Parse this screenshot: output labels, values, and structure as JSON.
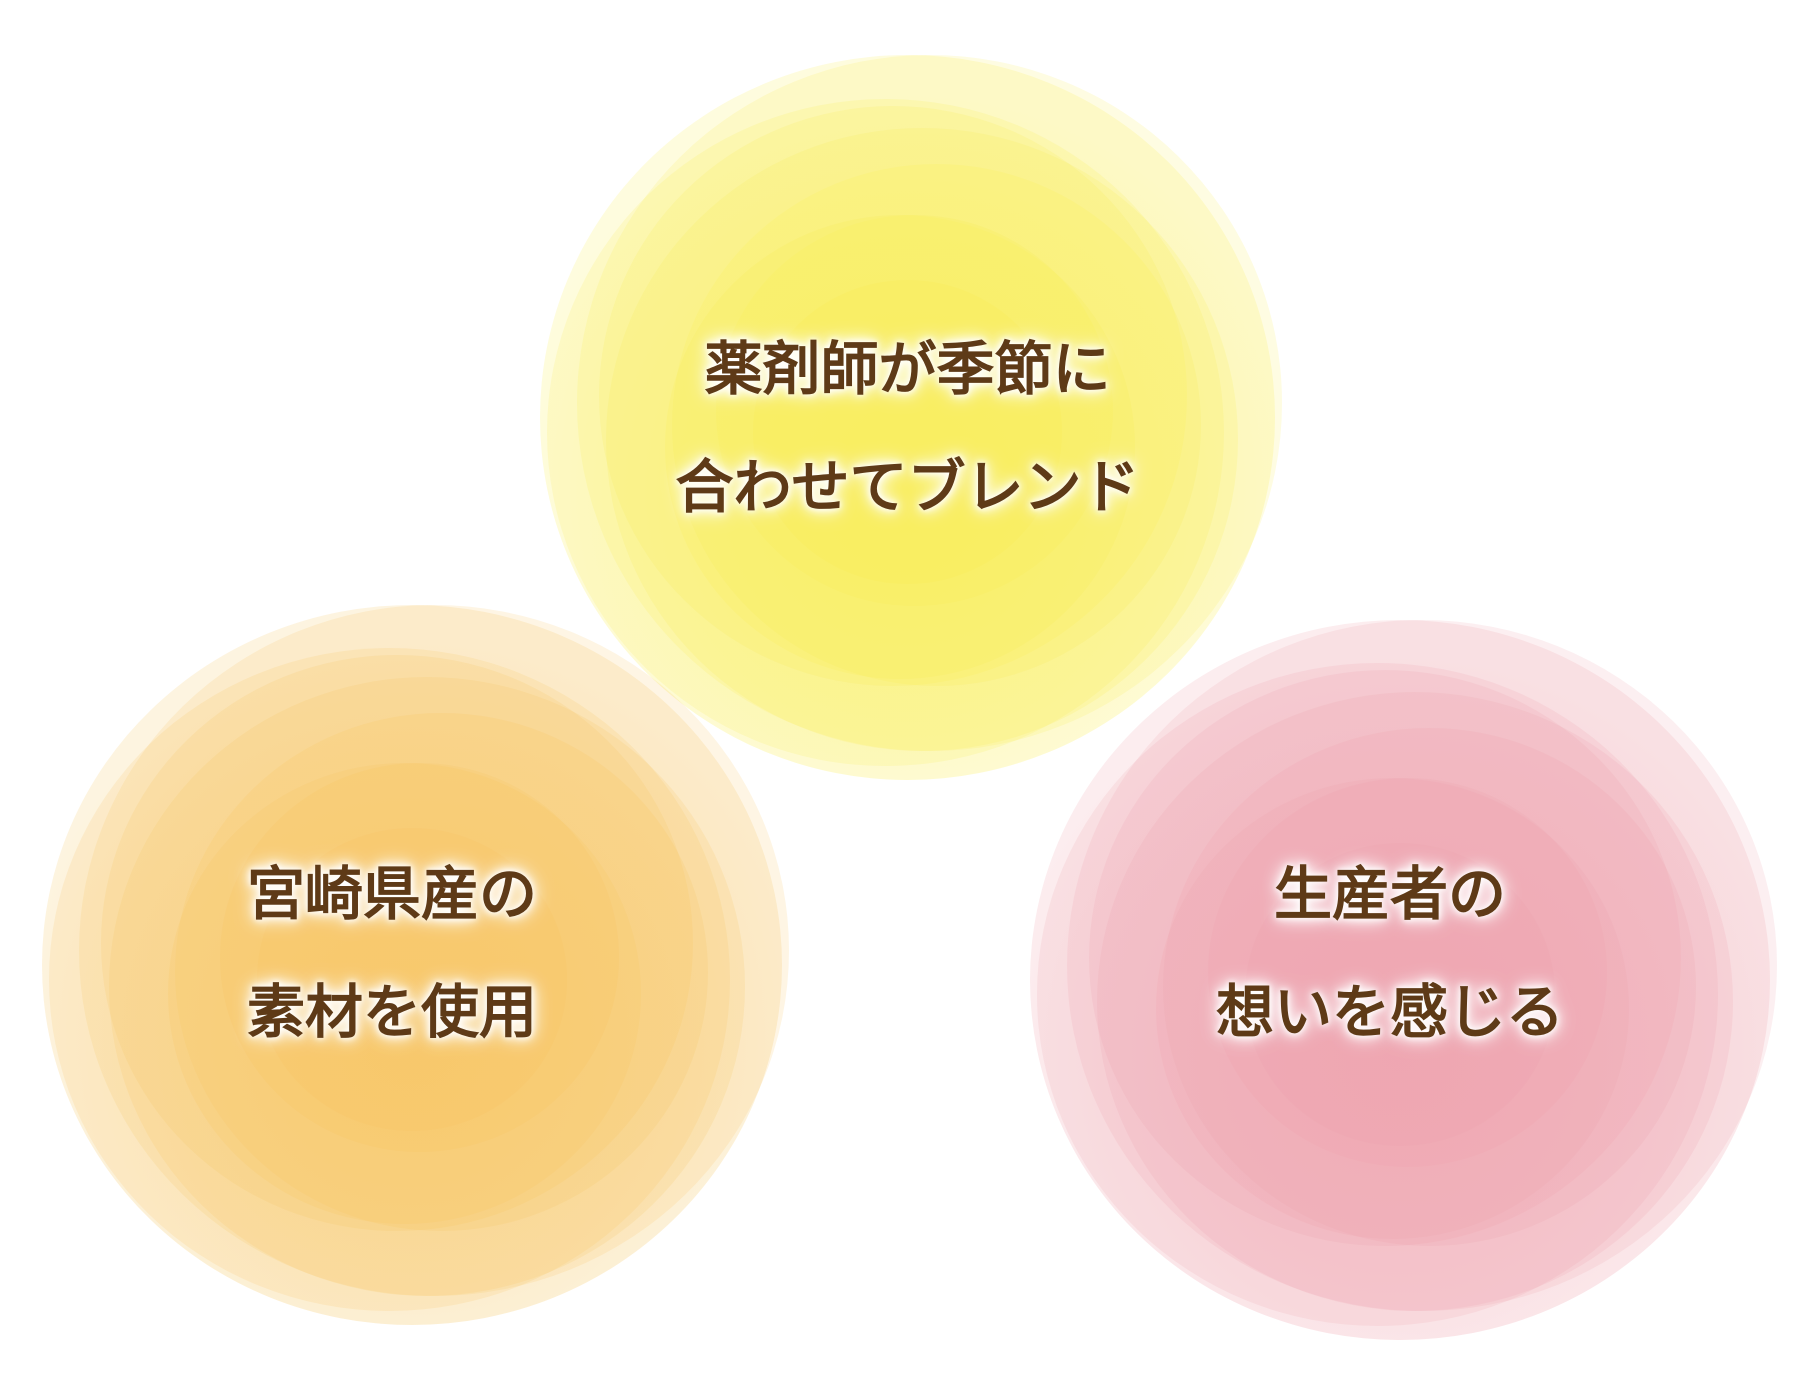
{
  "circles": [
    {
      "id": "yellow",
      "color": "#f9ec4a",
      "lines": [
        "薬剤師が季節に",
        "合わせてブレンド"
      ]
    },
    {
      "id": "orange",
      "color": "#f6c155",
      "lines": [
        "宮崎県産の",
        "素材を使用"
      ]
    },
    {
      "id": "pink",
      "color": "#ee9aa5",
      "lines": [
        "生産者の",
        "想いを感じる"
      ]
    }
  ]
}
